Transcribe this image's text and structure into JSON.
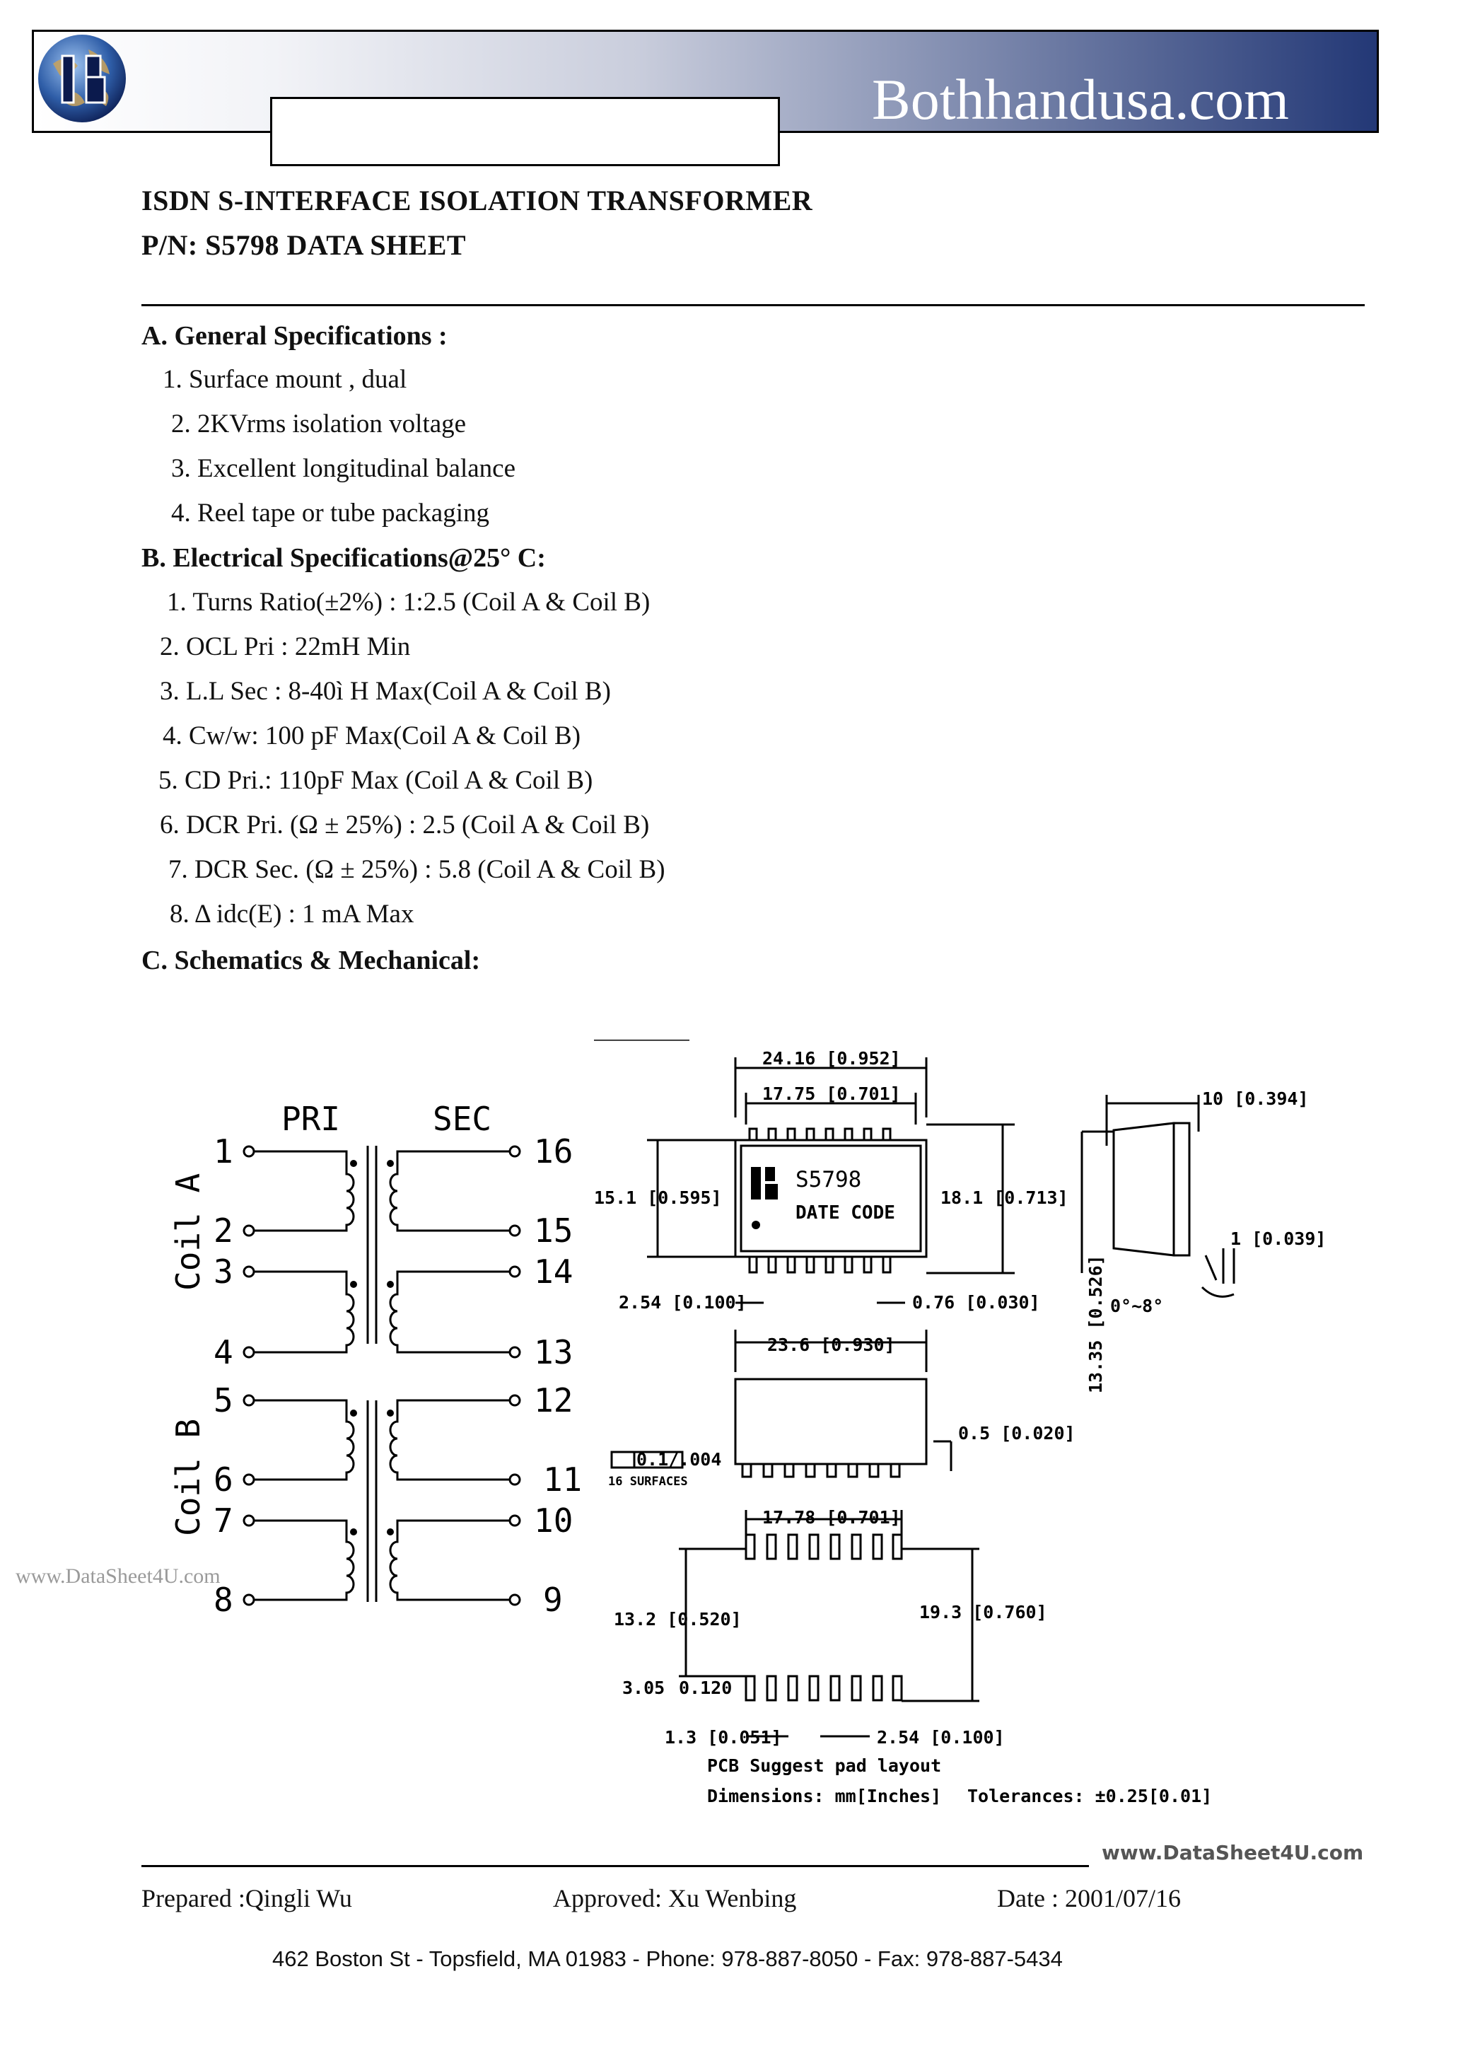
{
  "header": {
    "site": "Bothhandusa.com",
    "brand_colors": {
      "dark": "#233876",
      "light": "#ffffff"
    }
  },
  "title": {
    "line1": "ISDN S-INTERFACE  ISOLATION  TRANSFORMER",
    "line2": "P/N: S5798 DATA SHEET"
  },
  "general": {
    "heading": "A. General Specifications :",
    "items": [
      "1. Surface mount , dual",
      "2. 2KVrms isolation voltage",
      "3. Excellent longitudinal balance",
      "4. Reel tape or tube packaging"
    ]
  },
  "electrical": {
    "heading": "B. Electrical Specifications@25° C:",
    "items": [
      "1.  Turns Ratio(±2%) : 1:2.5 (Coil A & Coil B)",
      "2. OCL Pri : 22mH Min",
      "3. L.L Sec : 8-40ì H Max(Coil A & Coil B)",
      "4. Cw/w: 100 pF Max(Coil A & Coil B)",
      "5. CD Pri.: 110pF Max (Coil A & Coil B)",
      "6. DCR Pri. (Ω ±  25%) : 2.5 (Coil A & Coil B)",
      "7. DCR Sec. (Ω ±  25%) : 5.8 (Coil A & Coil B)",
      "8.  Δ  idc(E) : 1 mA Max"
    ]
  },
  "schematics": {
    "heading": "C. Schematics & Mechanical:",
    "pri": "PRI",
    "sec": "SEC",
    "coil_a": "Coil A",
    "coil_b": "Coil B",
    "pins_left": [
      "1",
      "2",
      "3",
      "4",
      "5",
      "6",
      "7",
      "8"
    ],
    "pins_right": [
      "16",
      "15",
      "14",
      "13",
      "12",
      "11",
      "10",
      "9"
    ]
  },
  "mechanical": {
    "dim_top_outer": "24.16 [0.952]",
    "dim_top_inner": "17.75 [0.701]",
    "dim_left": "15.1 [0.595]",
    "dim_right": "18.1 [0.713]",
    "part_label": "S5798",
    "date_code": "DATE CODE",
    "pitch": "2.54 [0.100]",
    "lead_width": "0.76 [0.030]",
    "body_len": "23.6 [0.930]",
    "lead_thk": "0.5 [0.020]",
    "flatness": "0.1/.004",
    "surfaces": "16 SURFACES",
    "side_top": "10 [0.394]",
    "side_lead": "1 [0.039]",
    "side_height": "13.35 [0.526]",
    "angle": "0°~8°"
  },
  "pcb": {
    "dim_top": "17.78 [0.701]",
    "dim_left": "13.2 [0.520]",
    "dim_right": "19.3 [0.760]",
    "dim_pad_len_a": "3.05",
    "dim_pad_len_b": "0.120",
    "dim_pad_w": "1.3 [0.051]",
    "dim_pitch": "2.54 [0.100]",
    "caption": "PCB  Suggest  pad  layout",
    "dimensions": "Dimensions: mm[Inches]",
    "tolerances": "Tolerances: ±0.25[0.01]"
  },
  "watermarks": {
    "left": "www.DataSheet4U.com",
    "right": "www.DataSheet4U.com"
  },
  "footer": {
    "prepared": "Prepared :Qingli Wu",
    "approved": "Approved:  Xu  Wenbing",
    "date": "Date : 2001/07/16",
    "address": "462 Boston St - Topsfield, MA 01983 - Phone: 978-887-8050 - Fax: 978-887-5434"
  }
}
